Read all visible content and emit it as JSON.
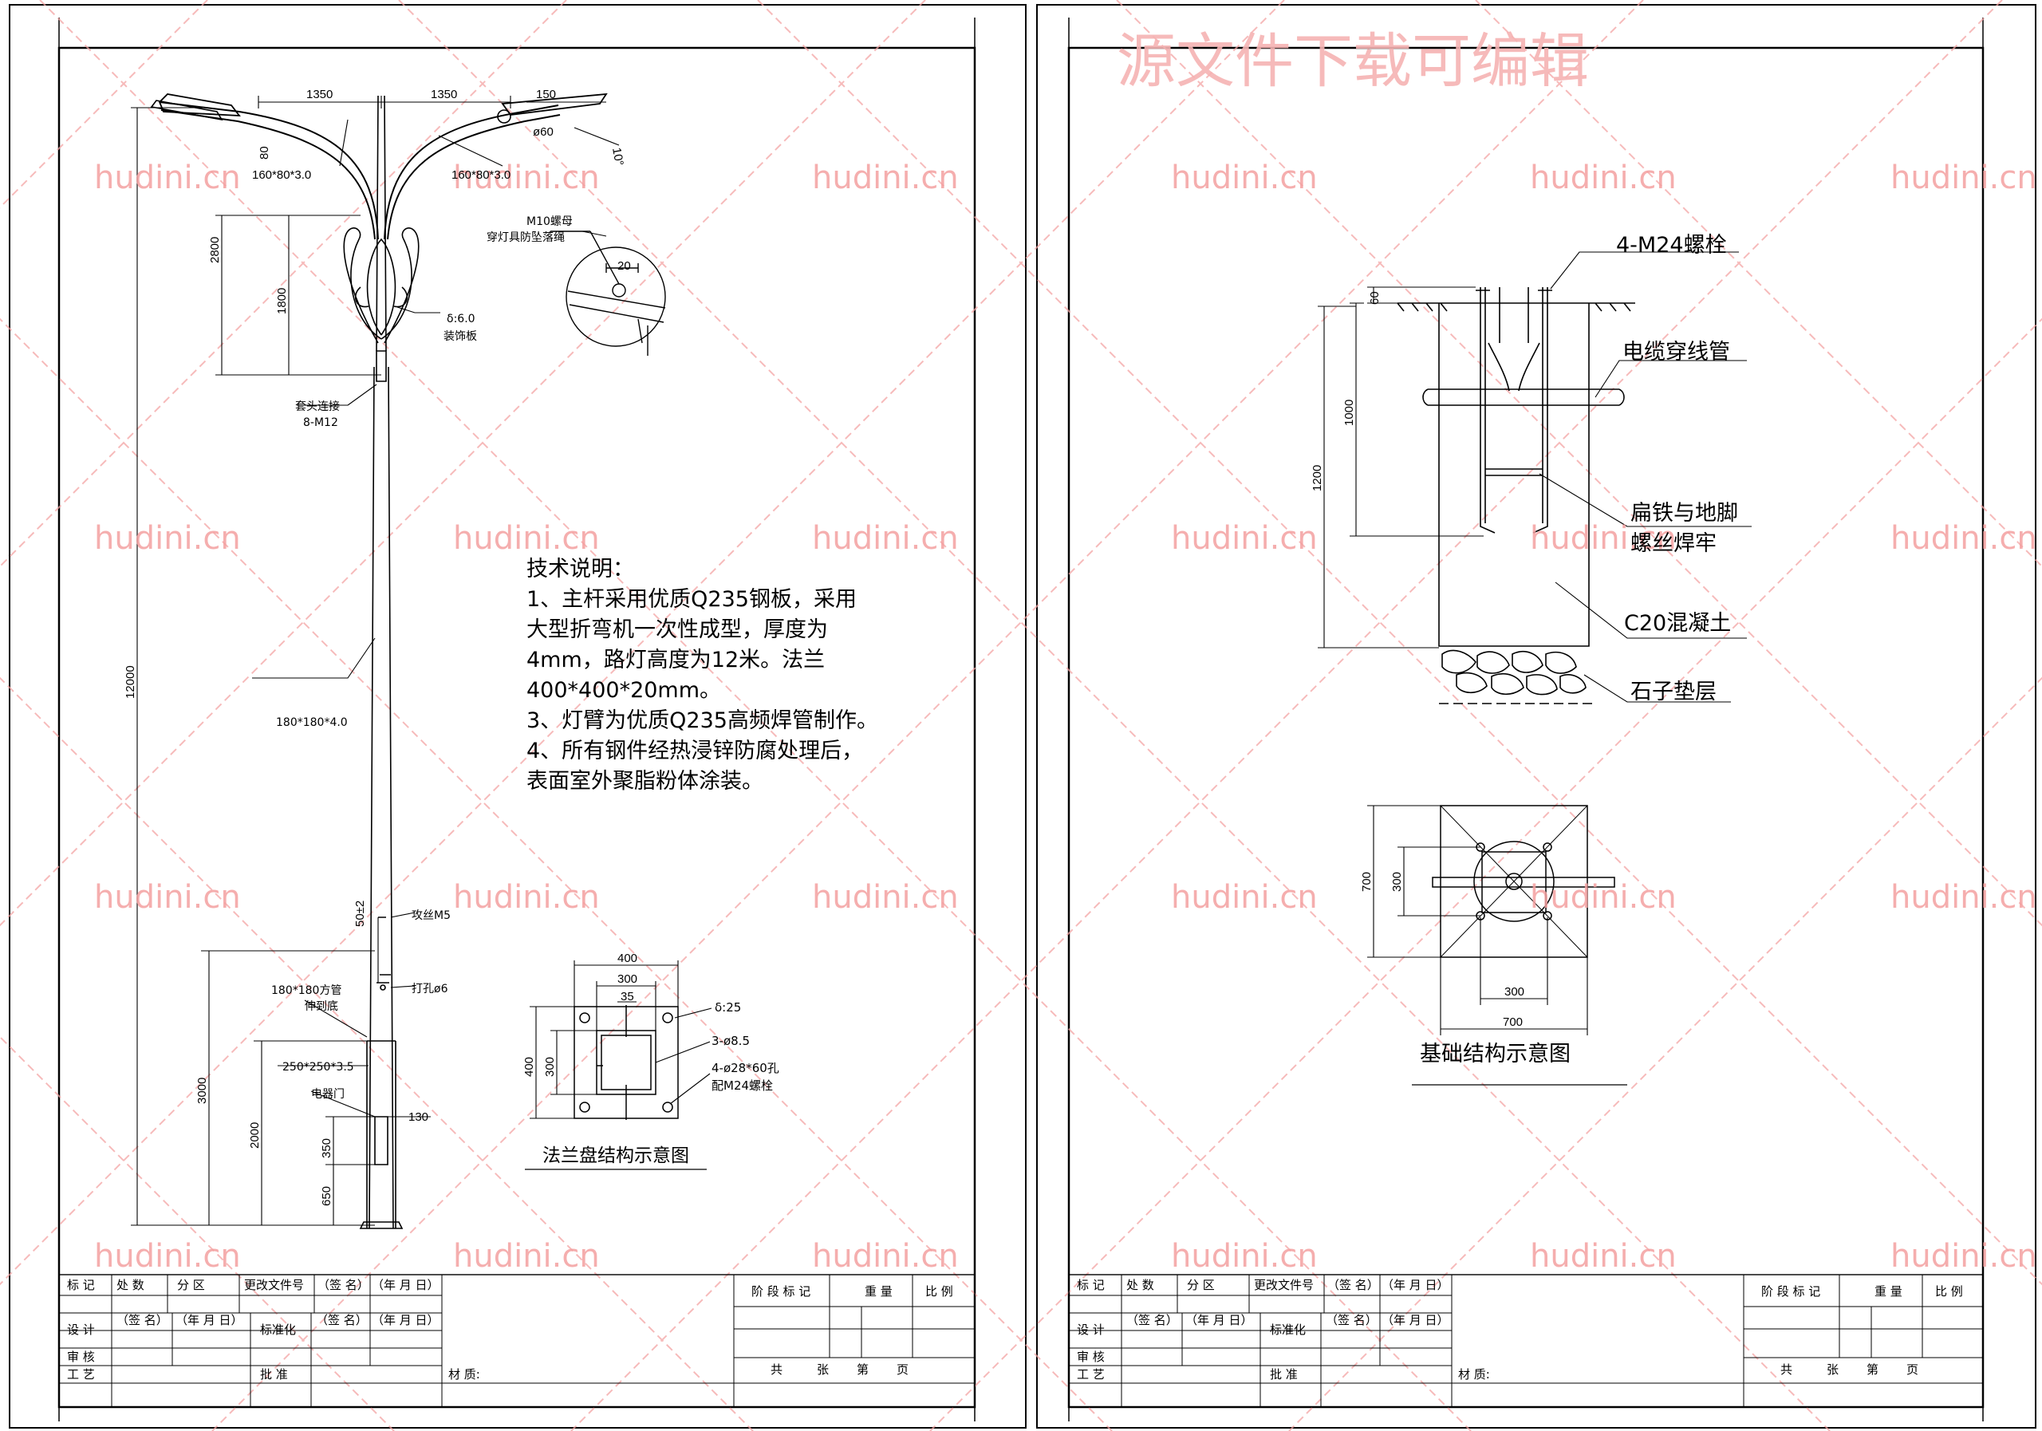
{
  "watermark": {
    "site": "hudini.cn",
    "banner": "源文件下载可编辑"
  },
  "pole": {
    "dims": {
      "arm_left": "1350",
      "arm_right": "1350",
      "lamp_len": "150",
      "arm_dia": "ø60",
      "rise_80": "80",
      "angle_10": "10°",
      "arm_sec_left": "160*80*3.0",
      "arm_sec_right": "160*80*3.0",
      "d2800": "2800",
      "d1800": "1800",
      "d12000": "12000",
      "d3000": "3000",
      "d2000": "2000",
      "d350": "350",
      "d650": "650",
      "d50": "50±2",
      "d130": "130",
      "d20": "20"
    },
    "labels": {
      "nut": "M10螺母",
      "nut_sub": "穿灯具防坠落绳",
      "plate": "δ:6.0",
      "plate_sub": "装饰板",
      "joint": "套头连接",
      "joint_sub": "8-M12",
      "main_sec": "180*180*4.0",
      "tap": "攻丝M5",
      "hole": "打孔ø6",
      "tube": "180*180方管",
      "tube_sub": "伸到底",
      "base_sec": "250*250*3.5",
      "door": "电器门"
    }
  },
  "notes": {
    "title": "技术说明：",
    "lines": [
      "1、主杆采用优质Q235钢板，采用",
      "大型折弯机一次性成型，厚度为",
      "4mm，路灯高度为12米。法兰",
      "400*400*20mm。",
      "3、灯臂为优质Q235高频焊管制作。",
      "4、所有钢件经热浸锌防腐处理后，",
      "表面室外聚脂粉体涂装。"
    ]
  },
  "flange": {
    "title": "法兰盘结构示意图",
    "d400": "400",
    "d300": "300",
    "d35": "35",
    "d400v": "400",
    "d300v": "300",
    "thick": "δ:25",
    "holes3": "3-ø8.5",
    "holes4": "4-ø28*60孔",
    "bolts": "配M24螺栓"
  },
  "foundation": {
    "title": "基础结构示意图",
    "bolt": "4-M24螺栓",
    "cable": "电缆穿线管",
    "weld1": "扁铁与地脚",
    "weld2": "螺丝焊牢",
    "concrete": "C20混凝土",
    "gravel": "石子垫层",
    "d60": "60",
    "d1000": "1000",
    "d1200": "1200",
    "plan_700v": "700",
    "plan_300v": "300",
    "plan_300h": "300",
    "plan_700h": "700"
  },
  "titleblock": {
    "mark": "标 记",
    "count": "处 数",
    "zone": "分 区",
    "docno": "更改文件号",
    "sign": "（签 名）",
    "date": "（年 月 日）",
    "design": "设 计",
    "std": "标准化",
    "review": "审 核",
    "craft": "工 艺",
    "approve": "批 准",
    "material": "材 质:",
    "stage": "阶 段 标 记",
    "weight": "重 量",
    "scale": "比 例",
    "total": "共",
    "sheets": "张",
    "sheet_no": "第",
    "page": "页"
  }
}
